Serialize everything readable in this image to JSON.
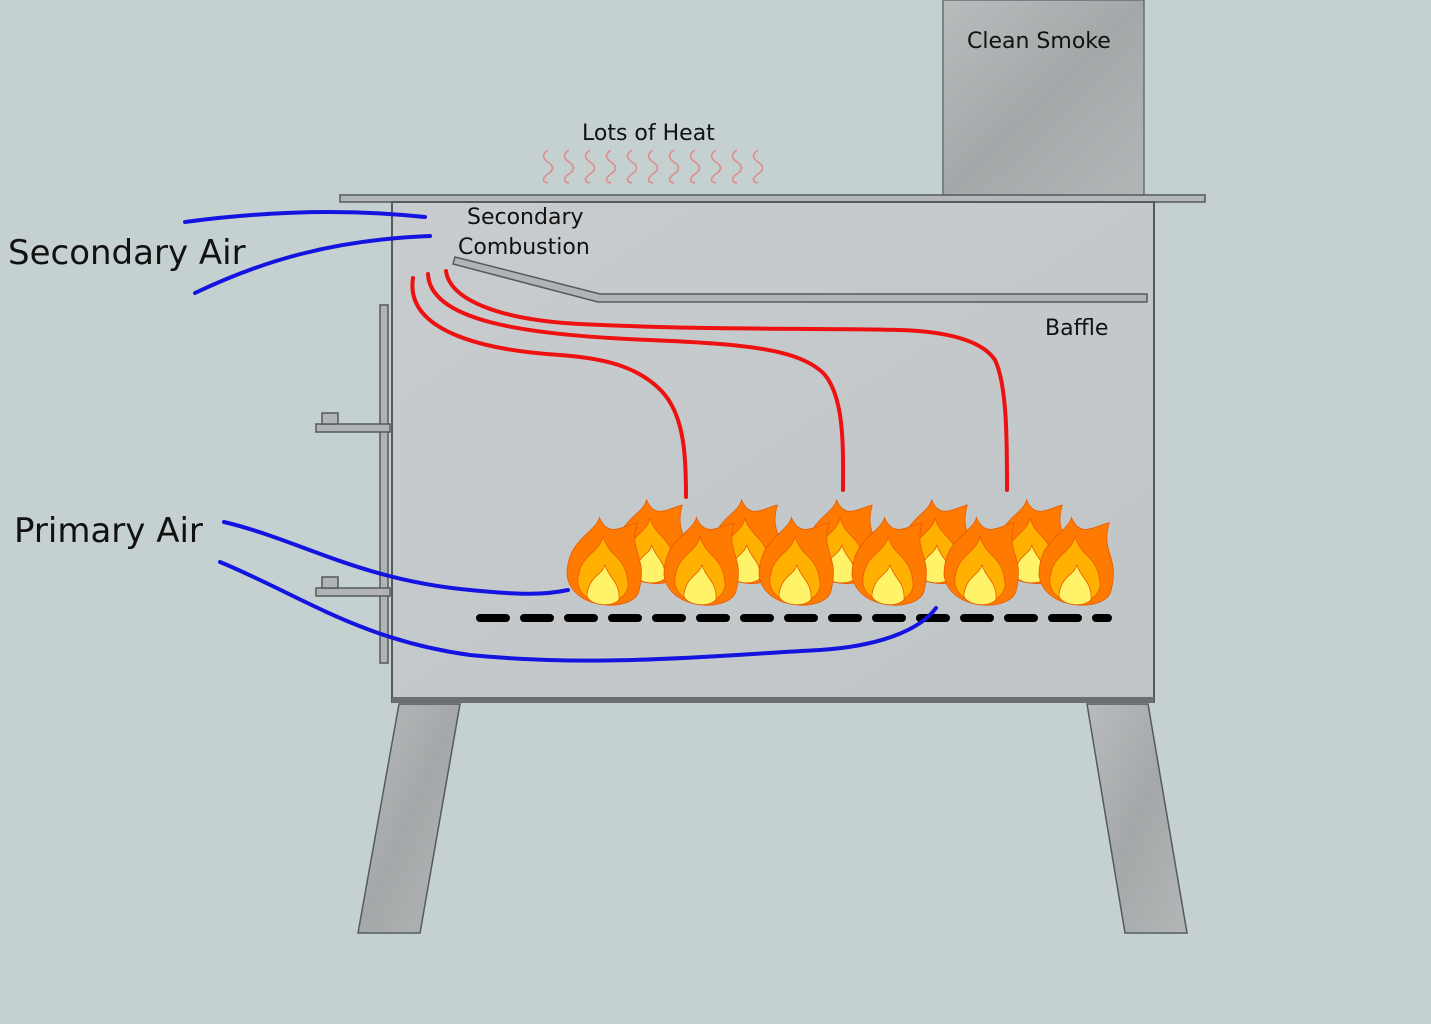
{
  "labels": {
    "clean_smoke": "Clean Smoke",
    "lots_of_heat": "Lots of Heat",
    "secondary_combustion_line1": "Secondary",
    "secondary_combustion_line2": "Combustion",
    "baffle": "Baffle",
    "secondary_air": "Secondary Air",
    "primary_air": "Primary Air"
  },
  "colors": {
    "background": "#c5d0d1",
    "steel": "#a9adae",
    "steel_dark": "#7f8384",
    "outline": "#555a5c",
    "air_flow": "#1414e0",
    "smoke_flow": "#ee1111",
    "heat_wave": "#e08a8a",
    "grate": "#000000",
    "flame_outer": "#ff7a00",
    "flame_mid": "#ffb000",
    "flame_inner": "#fff36a"
  },
  "icons": {
    "flame": "flame-icon",
    "heat": "heat-wave-icon"
  }
}
